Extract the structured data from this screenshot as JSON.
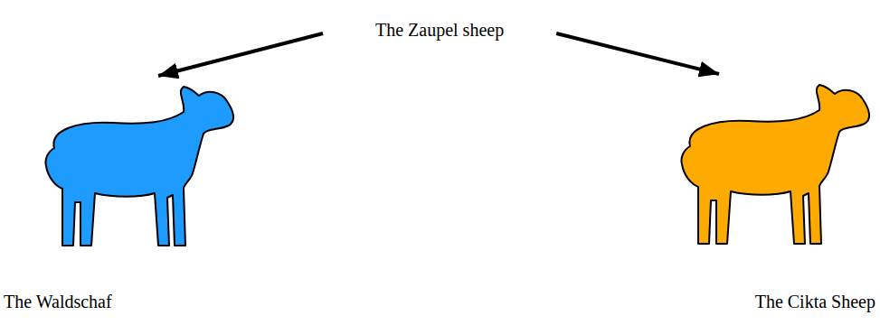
{
  "diagram": {
    "nodes": [
      {
        "text": [
          "The Zaupel sheep"
        ]
      },
      {
        "text": [
          "The Waldschaf"
        ]
      },
      {
        "text": [
          "The Cikta Sheep"
        ]
      }
    ],
    "edges": [
      {
        "from": 0,
        "to": 1,
        "arrow": "to"
      },
      {
        "from": 0,
        "to": 2,
        "arrow": "to"
      }
    ]
  }
}
